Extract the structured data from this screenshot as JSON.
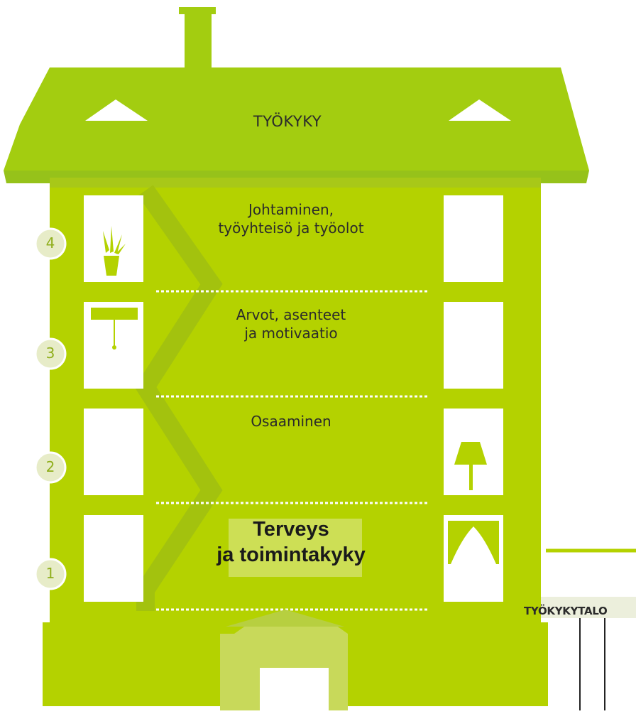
{
  "roof_label": "TYÖKYKY",
  "floors": [
    {
      "number": "4",
      "label_lines": [
        "Johtaminen,",
        "työyhteisö ja työolot"
      ]
    },
    {
      "number": "3",
      "label_lines": [
        "Arvot, asenteet",
        "ja motivaatio"
      ]
    },
    {
      "number": "2",
      "label_lines": [
        "Osaaminen"
      ]
    },
    {
      "number": "1",
      "label_lines": [
        "Terveys",
        "ja toimintakyky"
      ]
    }
  ],
  "sign_label": "TYÖKYKYTALO",
  "colors": {
    "wall": "#b4d200",
    "roof": "#a3cd10",
    "roof_band": "#96c21a",
    "trim": "#7fab1d",
    "window": "#ffffff",
    "number_circle": "#e7ecc8",
    "number_text": "#8fae1b",
    "highlight": "#cddf55"
  },
  "icons": [
    "plant-icon",
    "ceiling-lamp-icon",
    "floor-lamp-icon",
    "curtain-icon",
    "chimney-icon",
    "roof-window-icon"
  ]
}
